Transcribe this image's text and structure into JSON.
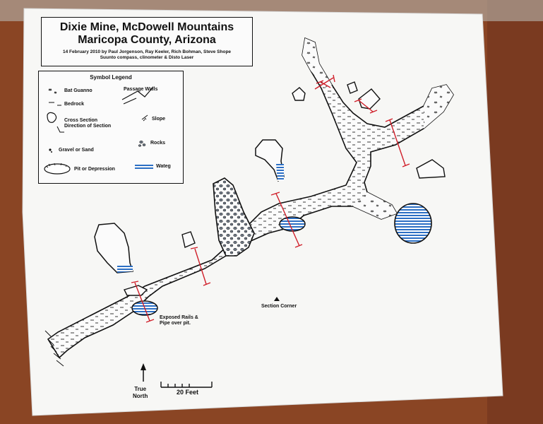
{
  "title": {
    "line1": "Dixie Mine, McDowell Mountains",
    "line2": "Maricopa County, Arizona",
    "line3": "14 February 2010 by Paul Jorgenson, Ray Keeler, Rich Bohman, Steve Shope",
    "line4": "Suunto compass, clinometer & Disto Laser"
  },
  "legend": {
    "title": "Symbol Legend",
    "items": {
      "bat_guano": "Bat Guanno",
      "bedrock": "Bedrock",
      "cross_section": "Cross Section\nDirection of Section",
      "gravel": "Gravel or Sand",
      "pit": "Pit or Depression",
      "passage_walls": "Passage Walls",
      "slope": "Slope",
      "rocks": "Rocks",
      "water": "Wateg"
    }
  },
  "labels": {
    "exposed_rails": "Exposed Rails &\nPipe over pit.",
    "section_corner": "Section Corner",
    "true_north": "True\nNorth",
    "scale": "20 Feet"
  },
  "colors": {
    "water": "#2c6fc4",
    "section_marker": "#d01f2a",
    "rocks": "#6b7480",
    "ink": "#111111"
  }
}
